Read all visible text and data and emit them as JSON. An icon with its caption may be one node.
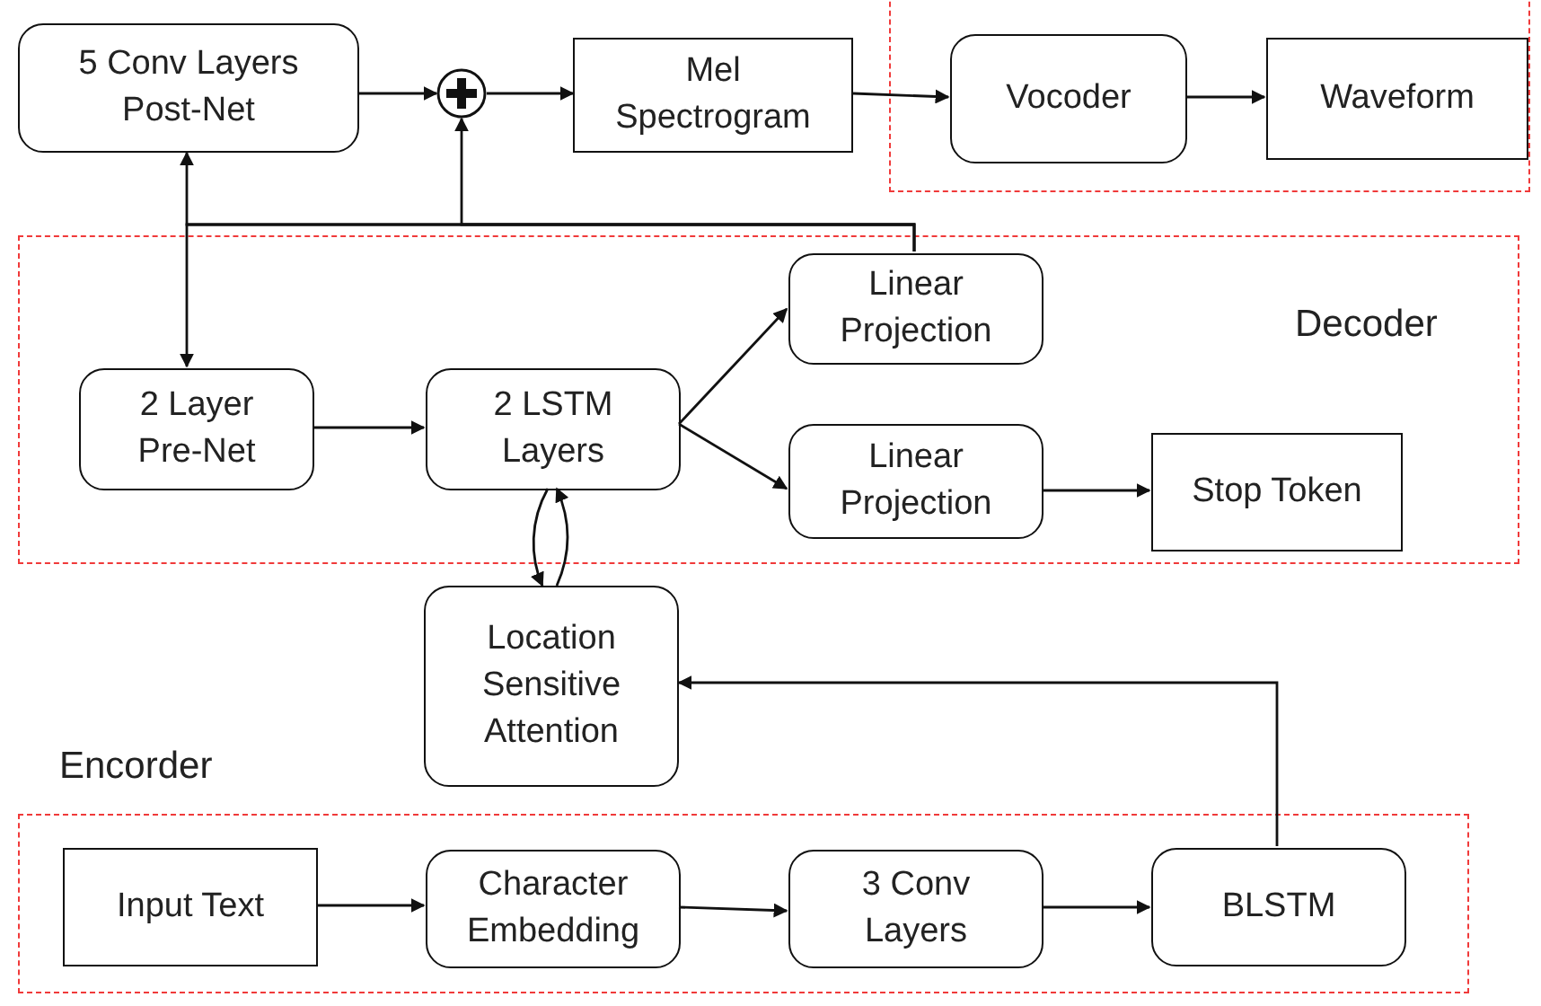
{
  "diagram": {
    "nodes": [
      {
        "text": [
          "5 Conv Layers Post-Net"
        ]
      },
      {
        "text": [],
        "shape": "circle"
      },
      {
        "text": [
          "Mel Spectrogram"
        ]
      },
      {
        "text": [],
        "shape": "box"
      },
      {
        "text": [
          "Vocoder"
        ],
        "in": 3
      },
      {
        "text": [
          "Waveform"
        ],
        "in": 3
      },
      {
        "text": [
          "Decoder"
        ]
      },
      {
        "text": [
          "Linear Projection"
        ],
        "in": 6
      },
      {
        "text": [
          "2 Layer Pre-Net"
        ],
        "in": 6
      },
      {
        "text": [
          "2 LSTM Layers"
        ],
        "in": 6
      },
      {
        "text": [
          "Linear Projection"
        ],
        "in": 6
      },
      {
        "text": [
          "Stop Token"
        ],
        "in": 6
      },
      {
        "text": [
          "Location Sensitive Attention"
        ]
      },
      {
        "text": [
          "Encorder"
        ]
      },
      {
        "text": [
          "Input Text"
        ],
        "in": 13
      },
      {
        "text": [
          "Character Embedding"
        ],
        "in": 13
      },
      {
        "text": [
          "3 Conv Layers"
        ],
        "in": 13
      },
      {
        "text": [
          "BLSTM"
        ],
        "in": 13
      }
    ],
    "edges": [
      {
        "from": 0,
        "to": 1,
        "arrow": "to"
      },
      {
        "from": 1,
        "to": 2,
        "arrow": "to"
      },
      {
        "from": 2,
        "to": 4,
        "arrow": "to"
      },
      {
        "from": 4,
        "to": 5,
        "arrow": "to"
      },
      {
        "from": 7,
        "to": 0,
        "arrow": "to"
      },
      {
        "from": 7,
        "to": 1,
        "arrow": "to"
      },
      {
        "from": 7,
        "to": 8,
        "arrow": "to"
      },
      {
        "from": 8,
        "to": 9,
        "arrow": "to"
      },
      {
        "from": 9,
        "to": 7,
        "arrow": "to"
      },
      {
        "from": 9,
        "to": 10,
        "arrow": "to"
      },
      {
        "from": 10,
        "to": 11,
        "arrow": "to"
      },
      {
        "from": 9,
        "to": 12,
        "arrow": "to"
      },
      {
        "from": 12,
        "to": 9,
        "arrow": "to"
      },
      {
        "from": 14,
        "to": 15,
        "arrow": "to"
      },
      {
        "from": 15,
        "to": 16,
        "arrow": "to"
      },
      {
        "from": 16,
        "to": 17,
        "arrow": "to"
      },
      {
        "from": 17,
        "to": 12,
        "arrow": "to"
      }
    ]
  }
}
